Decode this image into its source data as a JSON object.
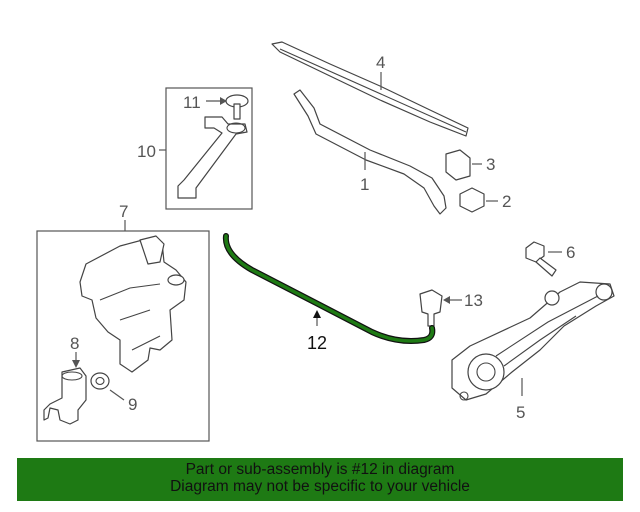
{
  "diagram": {
    "callouts": [
      {
        "id": "1",
        "label": "1"
      },
      {
        "id": "2",
        "label": "2"
      },
      {
        "id": "3",
        "label": "3"
      },
      {
        "id": "4",
        "label": "4"
      },
      {
        "id": "5",
        "label": "5"
      },
      {
        "id": "6",
        "label": "6"
      },
      {
        "id": "7",
        "label": "7"
      },
      {
        "id": "8",
        "label": "8"
      },
      {
        "id": "9",
        "label": "9"
      },
      {
        "id": "10",
        "label": "10"
      },
      {
        "id": "11",
        "label": "11"
      },
      {
        "id": "12",
        "label": "12"
      },
      {
        "id": "13",
        "label": "13"
      }
    ],
    "highlight_color": "#1e7a14"
  },
  "banner": {
    "line1": "Part or sub-assembly is #12 in diagram",
    "line2": "Diagram may not be specific to your vehicle",
    "background": "#1e7a14"
  }
}
